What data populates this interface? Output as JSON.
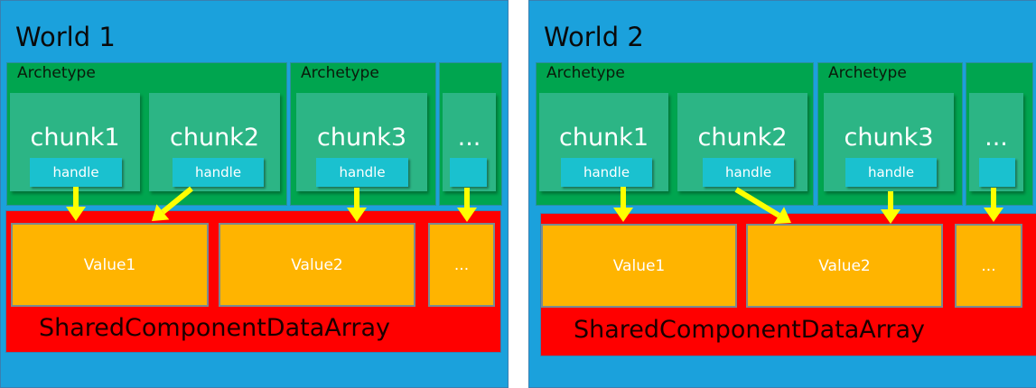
{
  "colors": {
    "world": "#1ba1dc",
    "archetype": "#00a54f",
    "chunk": "#2cb585",
    "handle": "#1ac1cf",
    "shared_array": "#ff0000",
    "value": "#ffb400",
    "arrow": "#ffff00"
  },
  "worlds": [
    {
      "title": "World 1",
      "archetypes": [
        {
          "label": "Archetype"
        },
        {
          "label": "Archetype"
        },
        {
          "label": ""
        }
      ],
      "chunks": [
        {
          "label": "chunk1",
          "handle": "handle",
          "points_to": "Value1"
        },
        {
          "label": "chunk2",
          "handle": "handle",
          "points_to": "Value1"
        },
        {
          "label": "chunk3",
          "handle": "handle",
          "points_to": "Value2"
        },
        {
          "label": "...",
          "handle": "",
          "points_to": "..."
        }
      ],
      "values": [
        "Value1",
        "Value2",
        "..."
      ],
      "array_label": "SharedComponentDataArray"
    },
    {
      "title": "World 2",
      "archetypes": [
        {
          "label": "Archetype"
        },
        {
          "label": "Archetype"
        },
        {
          "label": ""
        }
      ],
      "chunks": [
        {
          "label": "chunk1",
          "handle": "handle",
          "points_to": "Value1"
        },
        {
          "label": "chunk2",
          "handle": "handle",
          "points_to": "Value2"
        },
        {
          "label": "chunk3",
          "handle": "handle",
          "points_to": "Value2"
        },
        {
          "label": "...",
          "handle": "",
          "points_to": "..."
        }
      ],
      "values": [
        "Value1",
        "Value2",
        "..."
      ],
      "array_label": "SharedComponentDataArray"
    }
  ]
}
